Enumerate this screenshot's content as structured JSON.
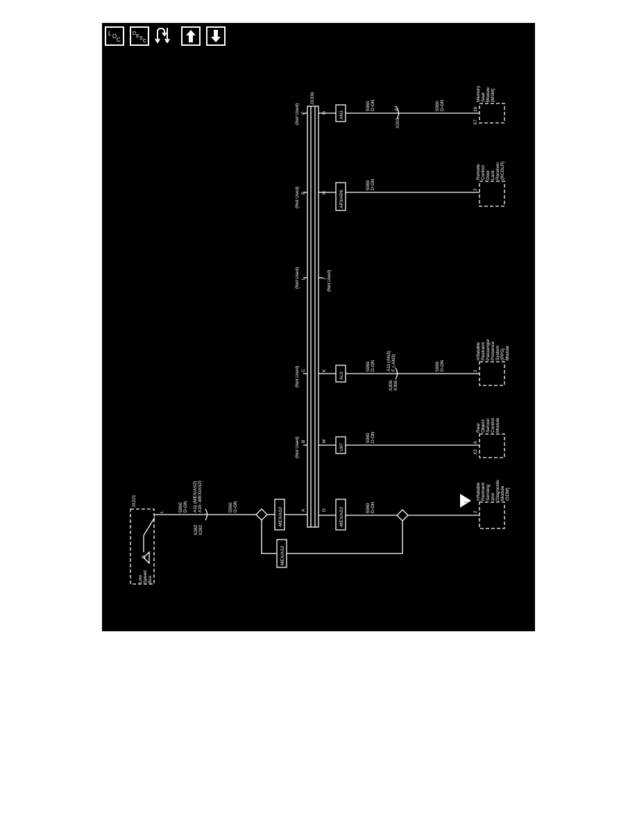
{
  "toolbar": {
    "loc": {
      "l1": "L",
      "l2": "O",
      "l3": "C"
    },
    "desc": {
      "l1": "D",
      "l2": "E",
      "l3": "S",
      "l4": "C"
    }
  },
  "top_source": {
    "connector": "JX221",
    "pin": "L",
    "module_line1": "Low",
    "module_line2": "Speed",
    "module_line3": "Bus",
    "bus_symbol": "B",
    "wire_circuit": "5060",
    "wire_color": "D-GN",
    "splice_line1": "A11 (MEX/AS2)",
    "splice_line2": "A15 -MEX/AS2)",
    "splice_conn1": "X282",
    "splice_conn2": "X282",
    "wire2_circuit": "5060",
    "wire2_color": "D-GN"
  },
  "junction": {
    "connector": "JX336",
    "top_pins": [
      "A",
      "B",
      "C",
      "L",
      "E",
      "F"
    ],
    "bottom_pins": [
      "D",
      "M",
      "K",
      "J",
      "H",
      "G"
    ],
    "top_not_used": [
      "(Not Used)",
      "(Not Used)",
      "(Not Used)",
      "(Not Used)",
      "(Not Used)"
    ],
    "bottom_not_used": "(Not Used)"
  },
  "options": {
    "mex_top": "-MEX/AS2",
    "mex_bottom": "-MEX/AS2",
    "mex_side": "MEX/AS2",
    "u07": "U07",
    "al0": "AL0",
    "ap": "AP3/AP8",
    "an3": "AN3"
  },
  "branches": {
    "sdm": {
      "circuit": "5060",
      "color": "D-GN",
      "pin": "2",
      "name_lines": [
        "Inflatable",
        "Restraint",
        "Sensing",
        "and",
        "Diagnostic",
        "Module",
        "(SDM)"
      ]
    },
    "rear": {
      "circuit": "5060",
      "color": "D-GN",
      "conn": "X2",
      "pin": "6",
      "name_lines": [
        "Rear",
        "Object",
        "Sensor",
        "Control",
        "Module"
      ]
    },
    "ppp": {
      "circuit": "5060",
      "color": "D-GN",
      "splice_line1": "A11 (AN3)",
      "splice_line2": "F (-AN3)",
      "splice_conn1": "X306",
      "splice_conn2": "X306",
      "circuit2": "5060",
      "color2": "D-GN",
      "pin": "2",
      "name_lines": [
        "Inflatable",
        "Restraint",
        "Passenger",
        "Presence",
        "System",
        "(PPS)",
        "Module"
      ]
    },
    "rcdlr": {
      "circuit": "5060",
      "color": "D-GN",
      "pin": "2",
      "name_lines": [
        "Remote",
        "Control",
        "Door",
        "Lock",
        "Receiver",
        "(RCDLR)"
      ]
    },
    "msm": {
      "circuit": "5060",
      "color": "D-GN",
      "splice_conn": "X203",
      "splice_pin": "A4",
      "circuit2": "5060",
      "color2": "D-GN",
      "conn": "X7",
      "pin": "16",
      "name_lines": [
        "Memory",
        "Seat",
        "Module",
        "(MSM)"
      ]
    }
  }
}
